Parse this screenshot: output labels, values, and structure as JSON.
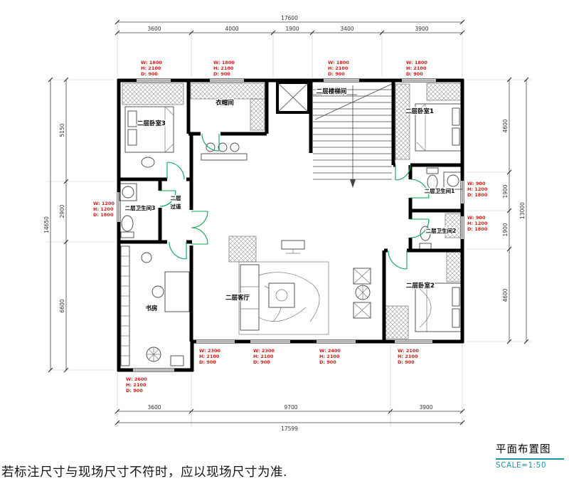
{
  "title_block": {
    "title": "平面布置图",
    "scale": "SCALE=1:50"
  },
  "footer": {
    "disclaimer": "若标注尺寸与现场尺寸不符时，应以现场尺寸为准."
  },
  "rooms": {
    "bedroom3": "二层卧室3",
    "cloakroom": "衣帽间",
    "stairwell": "二层楼梯间",
    "bedroom1": "二层卧室1",
    "bathroom3": "二层卫生间3",
    "corridor_line1": "二层",
    "corridor_line2": "过道",
    "bathroom1": "二层卫生间1",
    "bathroom2": "二层卫生间2",
    "study": "书房",
    "living_room": "二层客厅",
    "bedroom2": "二层卧室2"
  },
  "window_annotations": [
    {
      "w": "W: 1800",
      "h": "H: 2100",
      "d": "D: 900"
    },
    {
      "w": "W: 1800",
      "h": "H: 2100",
      "d": "D: 900"
    },
    {
      "w": "W: 1800",
      "h": "H: 2100",
      "d": "D: 900"
    },
    {
      "w": "W: 1800",
      "h": "H: 2100",
      "d": "D: 900"
    },
    {
      "w": "W: 1200",
      "h": "H: 1200",
      "d": "D: 1800"
    },
    {
      "w": "W: 900",
      "h": "H: 1200",
      "d": "D: 1800"
    },
    {
      "w": "W: 900",
      "h": "H: 1200",
      "d": "D: 1800"
    },
    {
      "w": "W: 2300",
      "h": "H: 2100",
      "d": "D: 900"
    },
    {
      "w": "W: 2300",
      "h": "H: 2100",
      "d": "D: 900"
    },
    {
      "w": "W: 2400",
      "h": "H: 2100",
      "d": "D: 900"
    },
    {
      "w": "W: 2100",
      "h": "H: 2100",
      "d": "D: 900"
    },
    {
      "w": "W: 2600",
      "h": "H: 2100",
      "d": "D: 900"
    }
  ],
  "dimensions": {
    "top": {
      "overall": "17600",
      "segments": [
        "3600",
        "4000",
        "1900",
        "3400",
        "3900"
      ]
    },
    "bottom": {
      "overall": "17599",
      "segments": [
        "3600",
        "9700",
        "3900"
      ]
    },
    "left": {
      "overall": "14650",
      "segments": [
        "5150",
        "2900",
        "6600"
      ]
    },
    "right": {
      "overall": "13000",
      "segments": [
        "4600",
        "1900",
        "1900",
        "4600"
      ]
    }
  },
  "colors": {
    "dimension_red": "#cf201a",
    "door_green": "#00a651",
    "accent_teal": "#1a96a5",
    "wall": "#000000"
  }
}
